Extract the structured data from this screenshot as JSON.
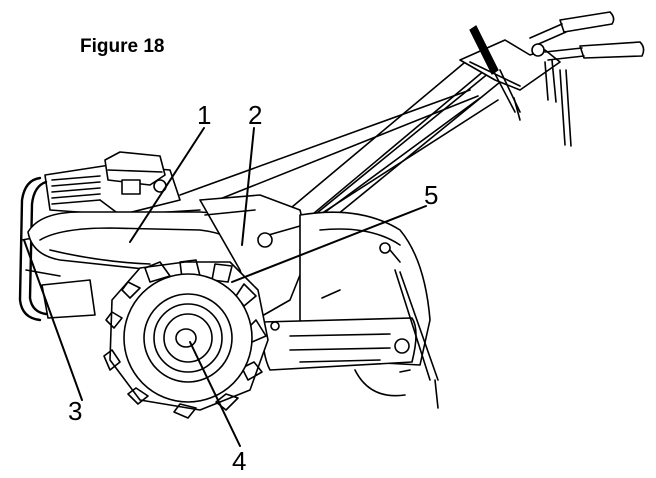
{
  "figure": {
    "title": "Figure 18",
    "callouts": [
      {
        "id": "c1",
        "label": "1"
      },
      {
        "id": "c2",
        "label": "2"
      },
      {
        "id": "c3",
        "label": "3"
      },
      {
        "id": "c4",
        "label": "4"
      },
      {
        "id": "c5",
        "label": "5"
      }
    ]
  }
}
